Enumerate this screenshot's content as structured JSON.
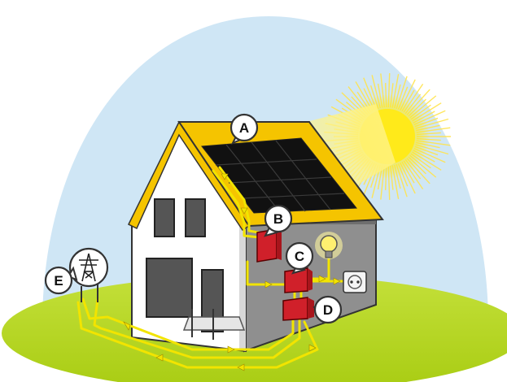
{
  "diagram": {
    "labels": {
      "a": "A",
      "b": "B",
      "c": "C",
      "d": "D",
      "e": "E"
    },
    "colors": {
      "sky": "#cfe6f5",
      "ground": "#b6d81c",
      "roof": "#f5c400",
      "panel": "#111111",
      "wall_front": "#ffffff",
      "wall_side": "#8f8f8f",
      "window": "#555555",
      "device_red": "#d0202a",
      "wire": "#f2e400",
      "sun": "#ffe600",
      "outline": "#333333"
    },
    "icons": [
      "sun-icon",
      "light-bulb-icon",
      "power-socket-icon",
      "transmission-tower-icon"
    ]
  }
}
